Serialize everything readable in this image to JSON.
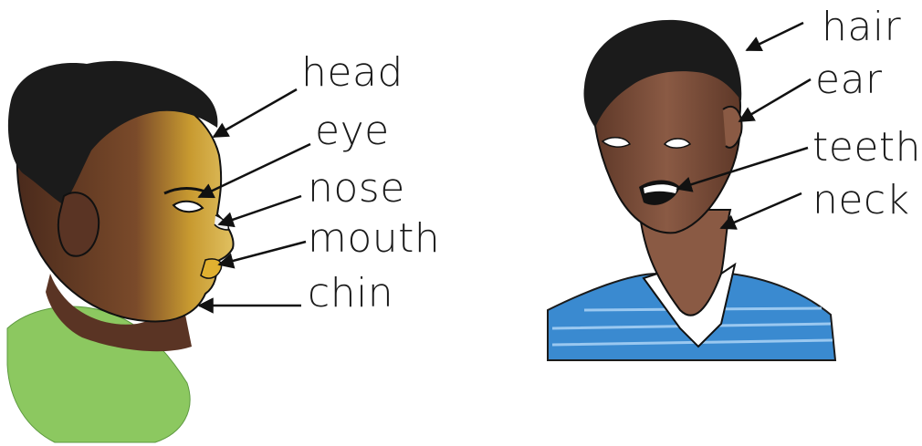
{
  "left_figure": {
    "labels": {
      "head": "head",
      "eye": "eye",
      "nose": "nose",
      "mouth": "mouth",
      "chin": "chin"
    }
  },
  "right_figure": {
    "labels": {
      "hair": "hair",
      "ear": "ear",
      "teeth": "teeth",
      "neck": "neck"
    }
  },
  "colors": {
    "skin_dark": "#5a3424",
    "skin_light": "#c8a030",
    "hair": "#1b1b1b",
    "shirt_green": "#8cc860",
    "shirt_blue": "#3a8ad0",
    "line": "#111111"
  }
}
